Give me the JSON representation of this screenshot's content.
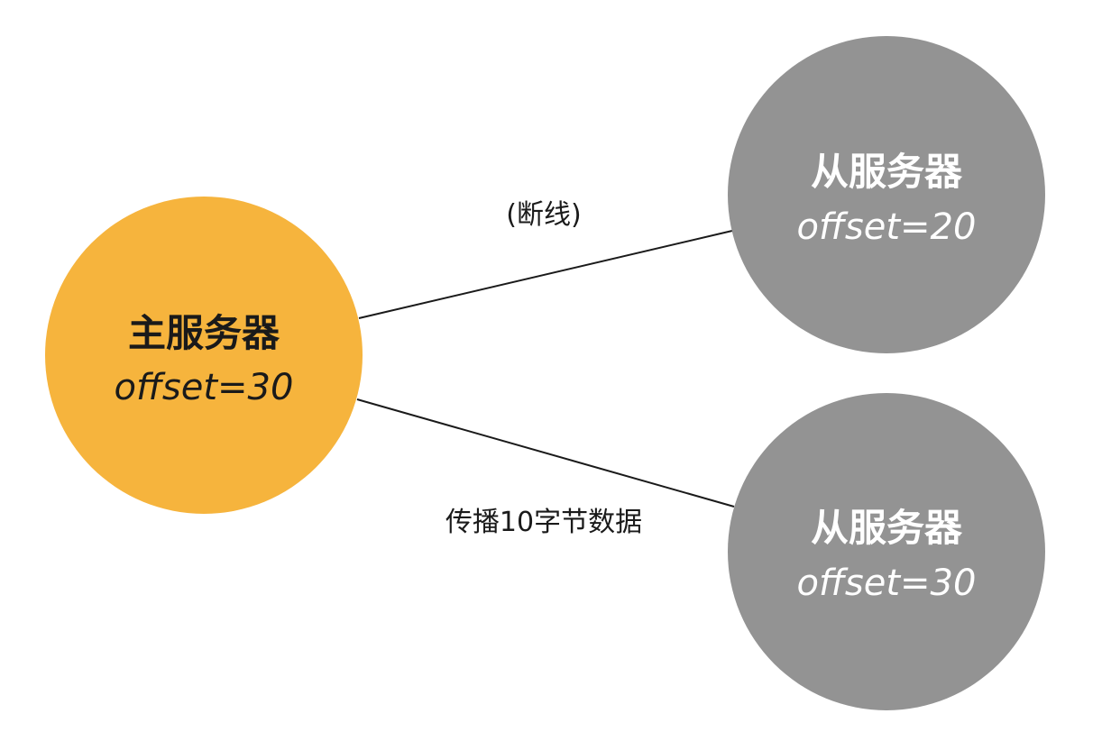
{
  "colors": {
    "master_fill": "#F6B43D",
    "slave_fill": "#939393",
    "master_text": "#1a1a1a",
    "slave_text": "#ffffff",
    "edge": "#1a1a1a",
    "background": "#ffffff"
  },
  "nodes": {
    "master": {
      "title": "主服务器",
      "offset": "offset=30"
    },
    "slave_top": {
      "title": "从服务器",
      "offset": "offset=20"
    },
    "slave_bottom": {
      "title": "从服务器",
      "offset": "offset=30"
    }
  },
  "edges": {
    "to_slave_top": {
      "label": "(断线)"
    },
    "to_slave_bottom": {
      "label": "传播10字节数据"
    }
  }
}
